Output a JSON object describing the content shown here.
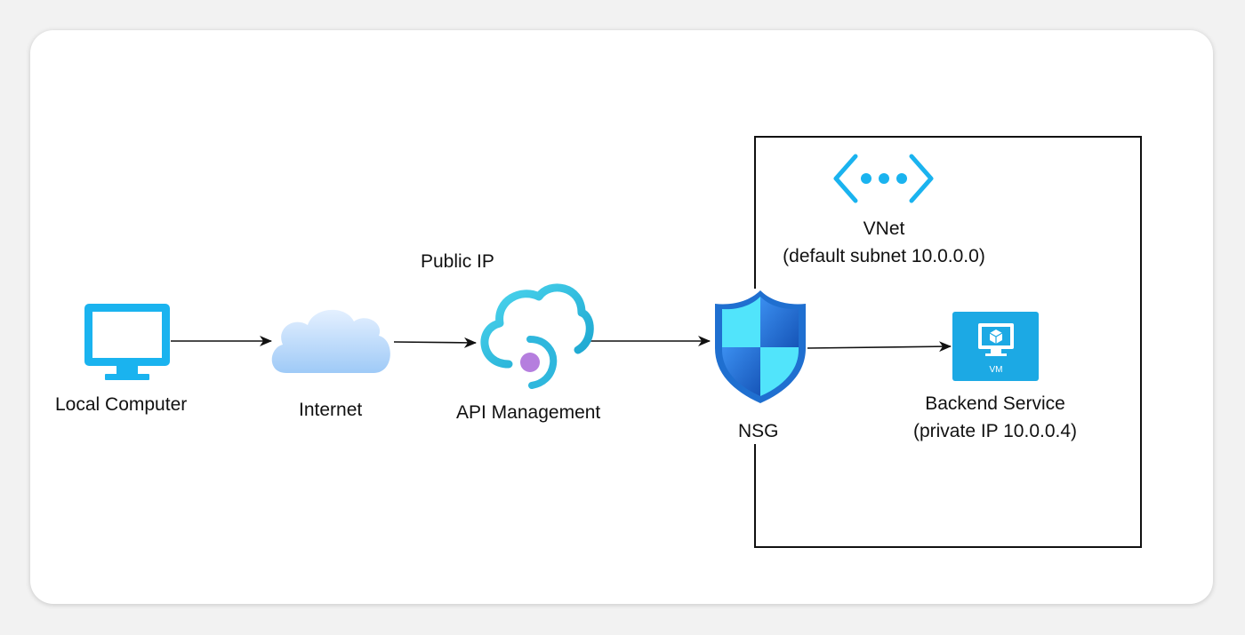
{
  "diagram": {
    "nodes": {
      "local_computer": {
        "label": "Local Computer",
        "icon": "monitor-icon"
      },
      "internet": {
        "label": "Internet",
        "icon": "cloud-icon"
      },
      "api_management": {
        "label": "API Management",
        "icon": "api-management-icon",
        "annotation": "Public IP"
      },
      "nsg": {
        "label": "NSG",
        "icon": "shield-icon"
      },
      "vnet": {
        "label_line1": "VNet",
        "label_line2": "(default subnet 10.0.0.0)",
        "icon": "vnet-icon"
      },
      "backend": {
        "label_line1": "Backend Service",
        "label_line2": "(private IP 10.0.0.4)",
        "icon": "vm-icon",
        "badge": "VM"
      }
    },
    "edges": [
      {
        "from": "local_computer",
        "to": "internet"
      },
      {
        "from": "internet",
        "to": "api_management"
      },
      {
        "from": "api_management",
        "to": "nsg"
      },
      {
        "from": "nsg",
        "to": "backend"
      }
    ],
    "colors": {
      "azure_blue": "#1ab3ef",
      "cloud_light": "#cfe6ff",
      "apim_teal": "#32bedd",
      "apim_dot": "#b57ede",
      "shield_dark": "#1f6fd0",
      "shield_light": "#51e4fb",
      "vm_blue": "#1ca9e4"
    }
  }
}
